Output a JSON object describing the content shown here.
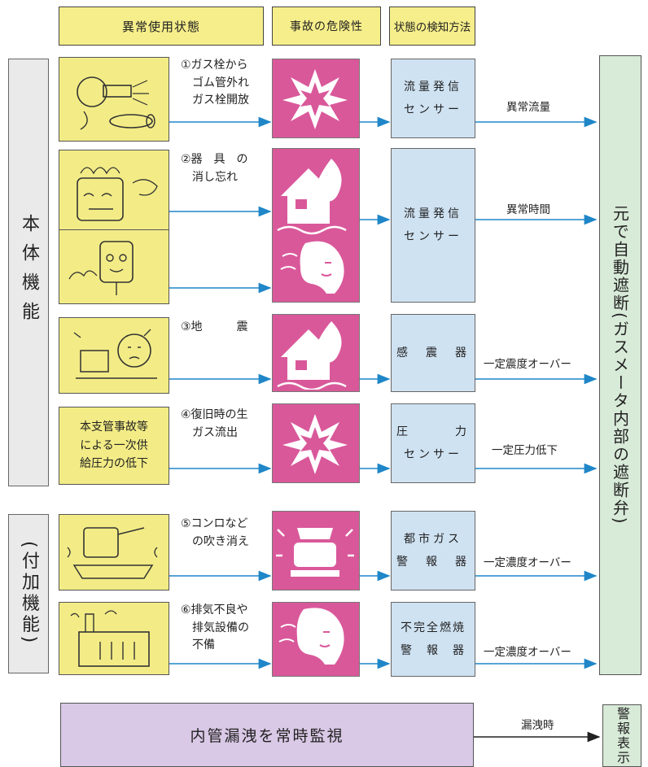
{
  "headers": {
    "usage": "異常使用状態",
    "danger": "事故の危険性",
    "detection": "状態の検知方法"
  },
  "side_labels": {
    "main": "本体機能",
    "extra": "(付加機能)"
  },
  "conditions": [
    "①ガス栓から\n　ゴム管外れ\n　ガス栓開放",
    "②器　具　の\n　消し忘れ",
    "③地　　　震",
    "④復旧時の生\n　ガス流出",
    "⑤コンロなど\n　の吹き消え",
    "⑥排気不良や\n　排気設備の\n　不備"
  ],
  "illustration_text": "本支管事故等\nによる一次供\n給圧力の低下",
  "sensors": [
    "流量発信\nセンサー",
    "流量発信\nセンサー",
    "感　震　器",
    "圧　　　力\nセンサー",
    "都市ガス\n警　報　器",
    "不完全燃焼\n警　報　器"
  ],
  "signals": [
    "異常流量",
    "異常時間",
    "一定震度オーバー",
    "一定圧力低下",
    "一定濃度オーバー",
    "一定濃度オーバー"
  ],
  "shutoff": "元で自動遮断(ガスメータ内部の遮断弁)",
  "monitor": "内管漏洩を常時監視",
  "leak_label": "漏洩時",
  "alarm": "警報表示",
  "icons": [
    "explosion-icon",
    "fire-house-icon",
    "poisoning-face-icon",
    "alarm-device-icon"
  ],
  "colors": {
    "header": "#f6ee8a",
    "danger": "#d9589a",
    "sensor": "#cfe2f2",
    "result": "#d8ead8",
    "monitor": "#d9c8e6",
    "arrow": "#1f86c8"
  }
}
